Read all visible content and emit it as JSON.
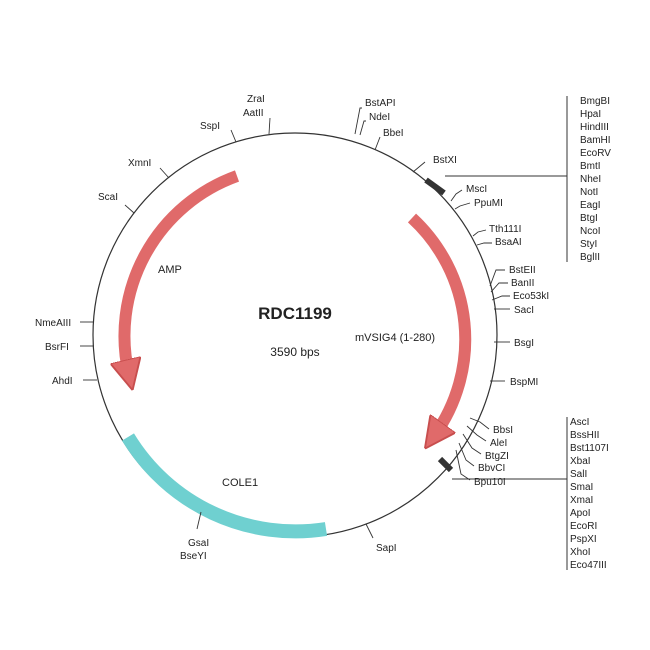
{
  "plasmid": {
    "name": "RDC1199",
    "size_text": "3590 bps"
  },
  "features": [
    {
      "id": "amp",
      "label": "AMP",
      "color": "#e06a6a"
    },
    {
      "id": "mvsig4",
      "label": "mVSIG4 (1-280)",
      "color": "#e06a6a"
    },
    {
      "id": "cole1",
      "label": "COLE1",
      "color": "#6fd0d0"
    }
  ],
  "sites": {
    "zrai": "ZraI",
    "aatii": "AatII",
    "sspi": "SspI",
    "xmni": "XmnI",
    "scai": "ScaI",
    "nmeaiii": "NmeAIII",
    "bsrfi": "BsrFI",
    "ahdi": "AhdI",
    "gsai": "GsaI",
    "bseyi": "BseYI",
    "sapi": "SapI",
    "bstapi": "BstAPI",
    "ndei": "NdeI",
    "bbei": "BbeI",
    "bstxi": "BstXI",
    "msci": "MscI",
    "ppumi": "PpuMI",
    "tth111i": "Tth111I",
    "bsaai": "BsaAI",
    "bsteii": "BstEII",
    "banii": "BanII",
    "eco53ki": "Eco53kI",
    "saci": "SacI",
    "bsgi": "BsgI",
    "bspmi": "BspMI",
    "bbsi": "BbsI",
    "alei": "AleI",
    "btgzi": "BtgZI",
    "bbvci": "BbvCI",
    "bpu10i": "Bpu10I"
  },
  "mcs_top": [
    "BmgBI",
    "HpaI",
    "HindIII",
    "BamHI",
    "EcoRV",
    "BmtI",
    "NheI",
    "NotI",
    "EagI",
    "BtgI",
    "NcoI",
    "StyI",
    "BglII"
  ],
  "mcs_bottom": [
    "AscI",
    "BssHII",
    "Bst1107I",
    "XbaI",
    "SalI",
    "SmaI",
    "XmaI",
    "ApoI",
    "EcoRI",
    "PspXI",
    "XhoI",
    "Eco47III"
  ]
}
